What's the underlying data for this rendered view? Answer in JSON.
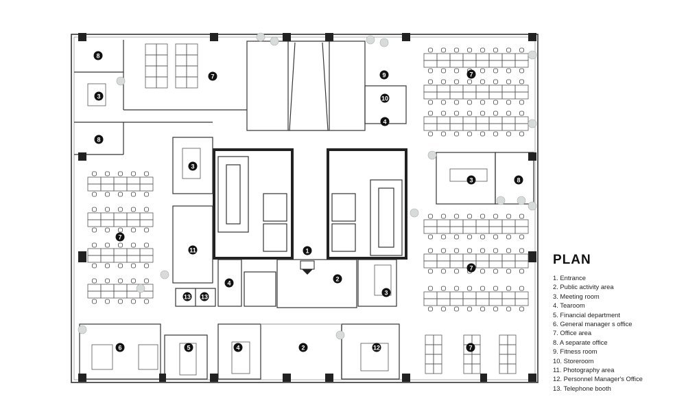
{
  "legend": {
    "title": "PLAN",
    "items": [
      "1. Entrance",
      "2. Public activity area",
      "3. Meeting room",
      "4. Tearoom",
      "5. Financial department",
      "6. General manager s office",
      "7. Office area",
      "8. A separate office",
      "9. Fitness room",
      "10. Storeroom",
      "11. Photography area",
      "12. Personnel Manager's Office",
      "13. Telephone booth"
    ]
  },
  "markers": [
    "8",
    "3",
    "7",
    "8",
    "7",
    "3",
    "11",
    "13",
    "13",
    "4",
    "1",
    "2",
    "3",
    "7",
    "10",
    "9",
    "4",
    "3",
    "8",
    "7",
    "7",
    "6",
    "5",
    "4",
    "2",
    "12"
  ]
}
